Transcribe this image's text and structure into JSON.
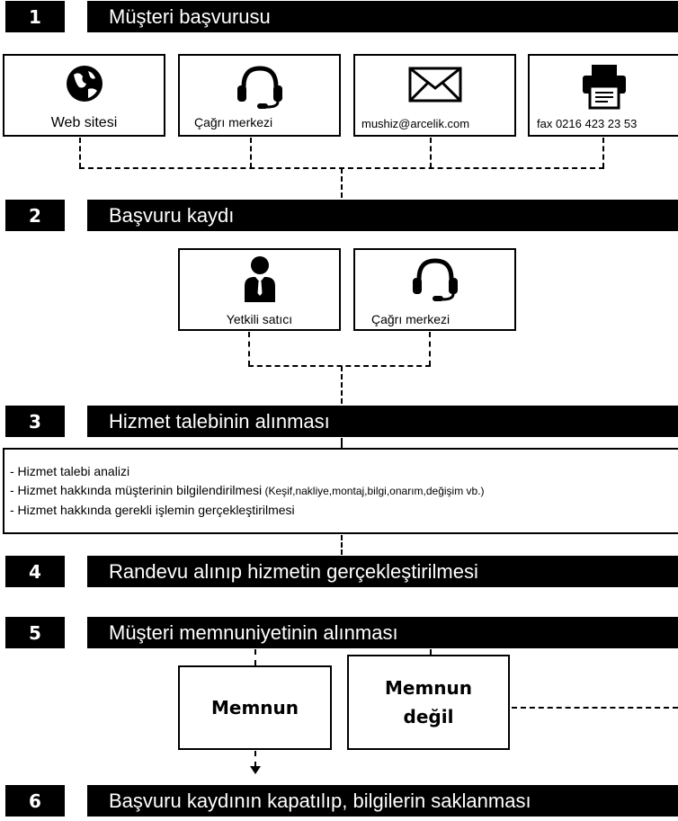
{
  "steps": [
    {
      "number": "1",
      "title": "Müşteri başvurusu"
    },
    {
      "number": "2",
      "title": "Başvuru kaydı"
    },
    {
      "number": "3",
      "title": "Hizmet talebinin alınması"
    },
    {
      "number": "4",
      "title": "Randevu alınıp hizmetin gerçekleştirilmesi"
    },
    {
      "number": "5",
      "title": "Müşteri memnuniyetinin alınması"
    },
    {
      "number": "6",
      "title": "Başvuru kaydının kapatılıp, bilgilerin saklanması"
    }
  ],
  "channels": [
    {
      "label": "Web sitesi",
      "icon": "globe-icon"
    },
    {
      "label": "Çağrı merkezi",
      "icon": "headset-icon"
    },
    {
      "label": "mushiz@arcelik.com",
      "icon": "envelope-icon"
    },
    {
      "label": "fax 0216 423 23 53",
      "icon": "fax-icon"
    }
  ],
  "registration": [
    {
      "label": "Yetkili satıcı",
      "icon": "person-icon"
    },
    {
      "label": "Çağrı merkezi",
      "icon": "headset-icon"
    }
  ],
  "service_list": {
    "item1": "- Hizmet talebi analizi",
    "item2_main": "- Hizmet hakkında müşterinin bilgilendirilmesi",
    "item2_note": " (Keşif,nakliye,montaj,bilgi,onarım,değişim vb.)",
    "item3": "- Hizmet hakkında gerekli işlemin gerçekleştirilmesi"
  },
  "satisfaction": {
    "satisfied": "Memnun",
    "not_satisfied_line1": "Memnun",
    "not_satisfied_line2": "değil"
  }
}
